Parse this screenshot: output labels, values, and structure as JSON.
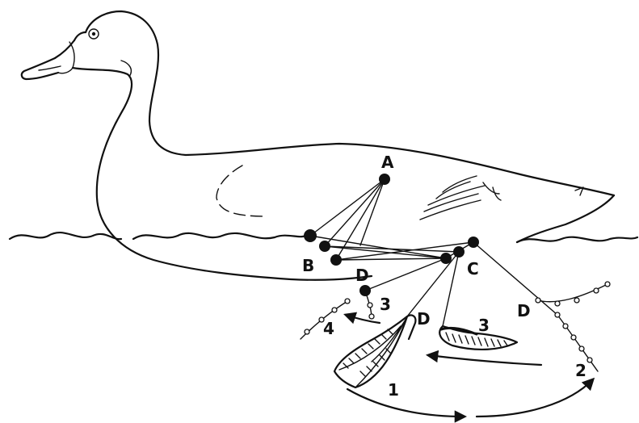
{
  "labels": {
    "a": "A",
    "b": "B",
    "c": "C",
    "d1": "D",
    "d2": "D",
    "d3": "D",
    "n1": "1",
    "n2": "2",
    "n3a": "3",
    "n3b": "3",
    "n4": "4"
  }
}
